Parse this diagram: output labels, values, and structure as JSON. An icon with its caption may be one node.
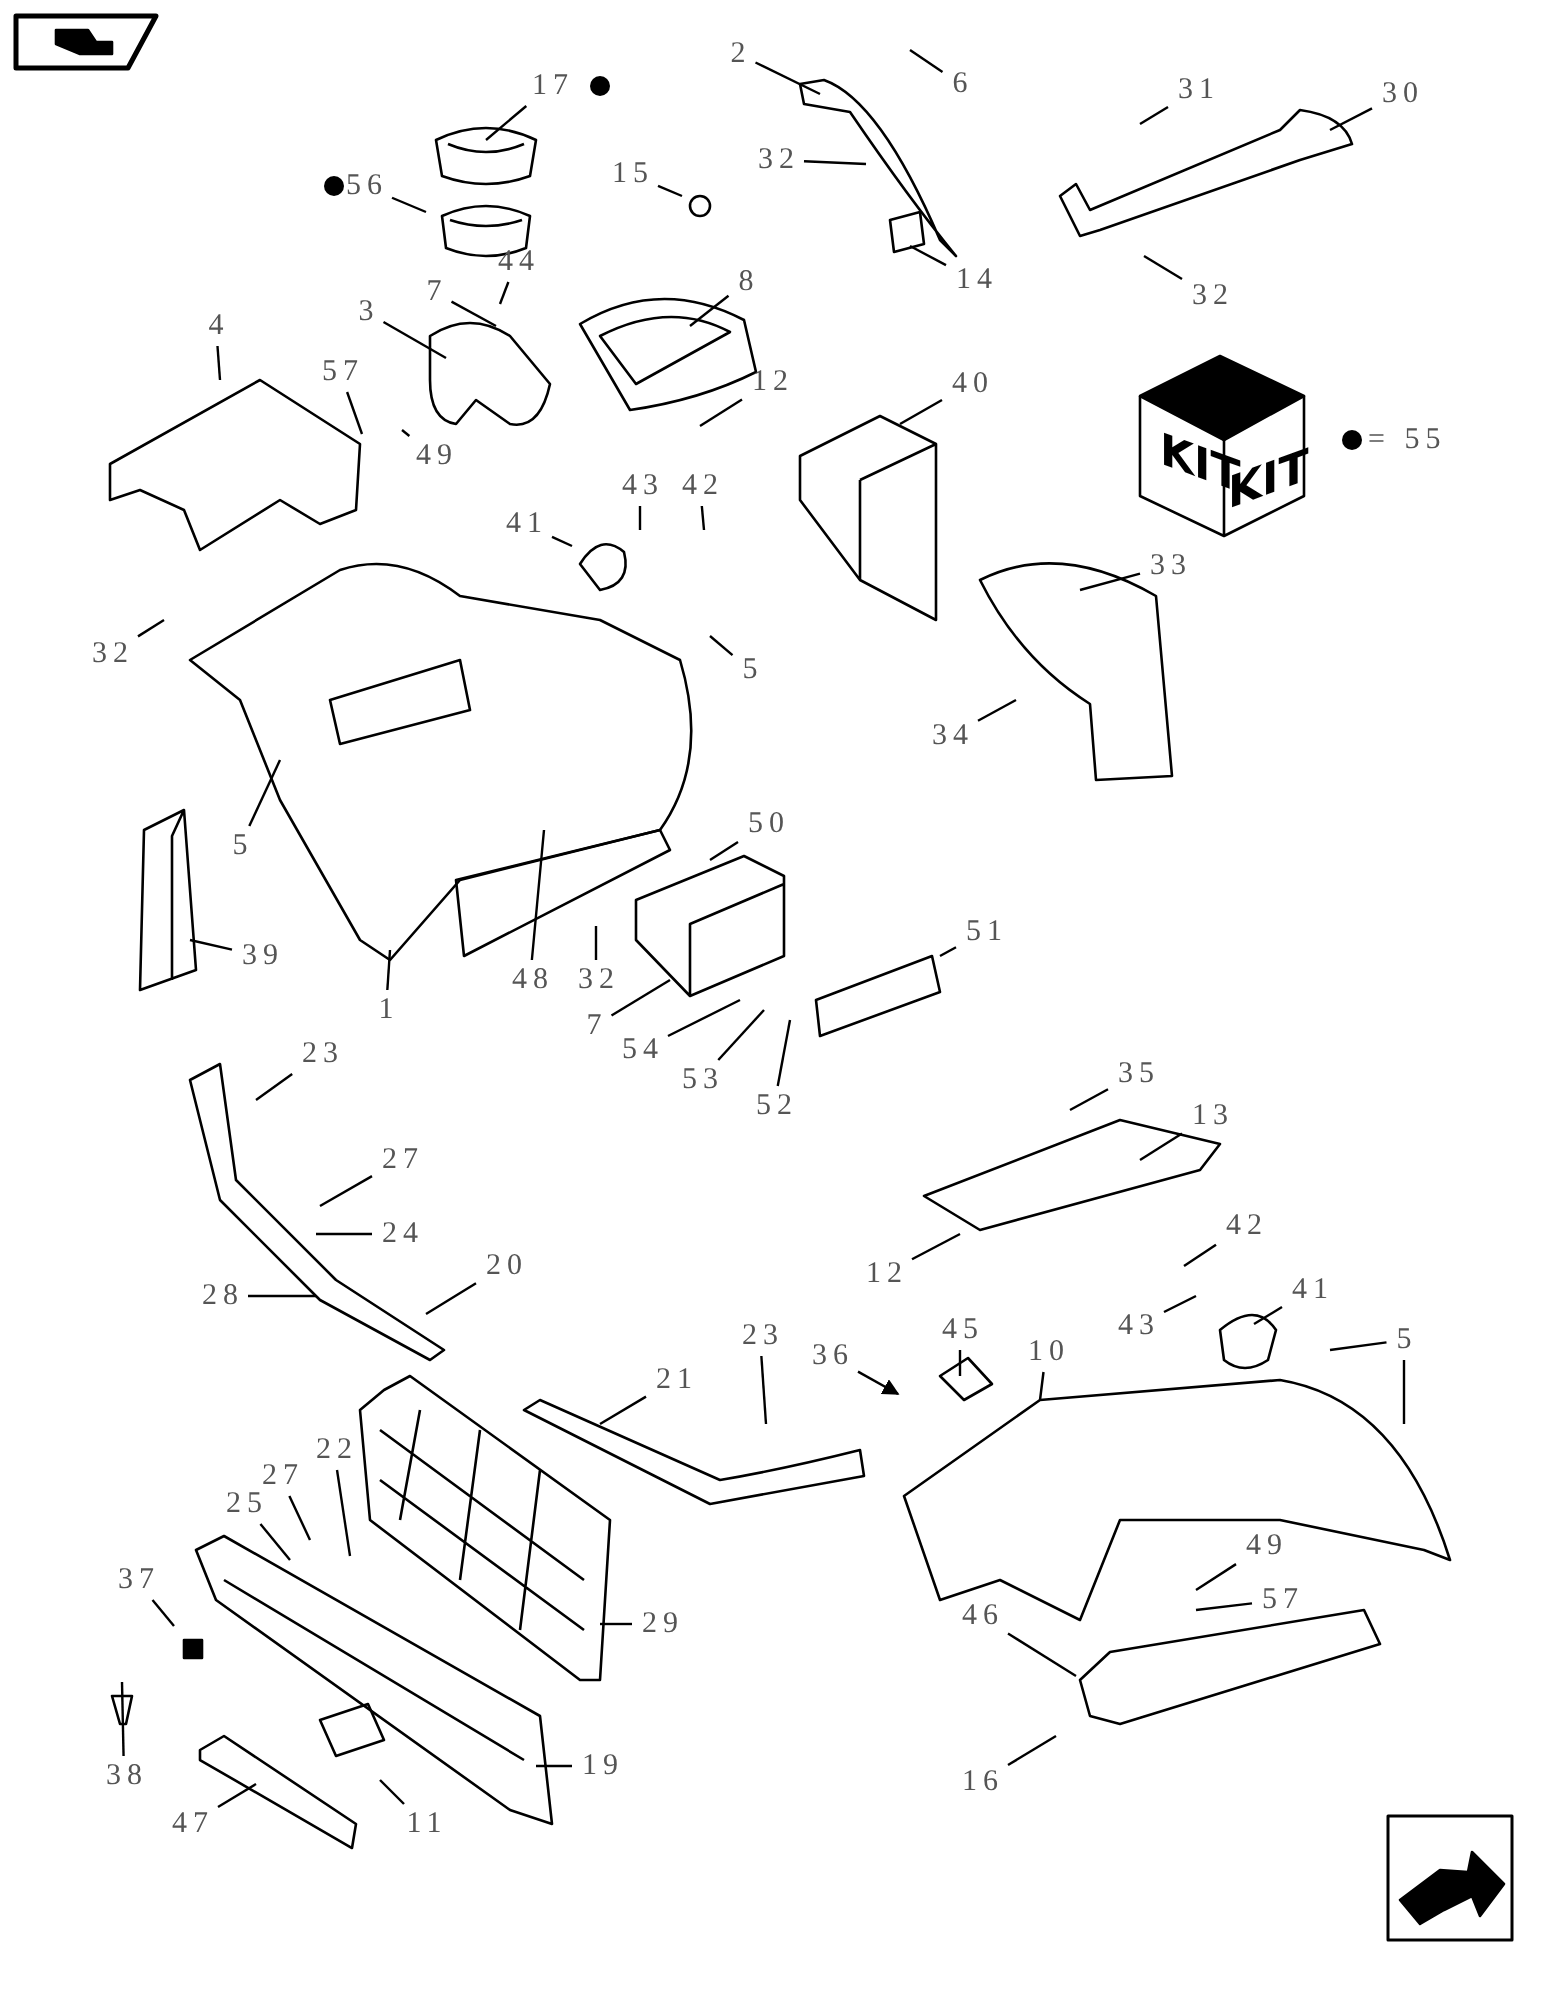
{
  "diagram": {
    "nodes": [
      {
        "text": [
          "17"
        ]
      },
      {
        "text": [
          "56"
        ]
      },
      {
        "text": [
          "2"
        ]
      },
      {
        "text": [
          "6"
        ]
      },
      {
        "text": [
          "32"
        ]
      },
      {
        "text": [
          "15"
        ]
      },
      {
        "text": [
          "14"
        ]
      },
      {
        "text": [
          "31"
        ]
      },
      {
        "text": [
          "30"
        ]
      },
      {
        "text": [
          "32"
        ]
      },
      {
        "text": [
          "44"
        ]
      },
      {
        "text": [
          "7"
        ]
      },
      {
        "text": [
          "3"
        ]
      },
      {
        "text": [
          "8"
        ]
      },
      {
        "text": [
          "4"
        ]
      },
      {
        "text": [
          "57"
        ]
      },
      {
        "text": [
          "49"
        ]
      },
      {
        "text": [
          "12"
        ]
      },
      {
        "text": [
          "40"
        ]
      },
      {
        "text": [
          "43"
        ]
      },
      {
        "text": [
          "42"
        ]
      },
      {
        "text": [
          "41"
        ]
      },
      {
        "text": [
          "32"
        ]
      },
      {
        "text": [
          "33"
        ]
      },
      {
        "text": [
          "5"
        ]
      },
      {
        "text": [
          "34"
        ]
      },
      {
        "text": [
          "5"
        ]
      },
      {
        "text": [
          "50"
        ]
      },
      {
        "text": [
          "39"
        ]
      },
      {
        "text": [
          "1"
        ]
      },
      {
        "text": [
          "48"
        ]
      },
      {
        "text": [
          "32"
        ]
      },
      {
        "text": [
          "7"
        ]
      },
      {
        "text": [
          "54"
        ]
      },
      {
        "text": [
          "53"
        ]
      },
      {
        "text": [
          "52"
        ]
      },
      {
        "text": [
          "51"
        ]
      },
      {
        "text": [
          "23"
        ]
      },
      {
        "text": [
          "27"
        ]
      },
      {
        "text": [
          "24"
        ]
      },
      {
        "text": [
          "20"
        ]
      },
      {
        "text": [
          "28"
        ]
      },
      {
        "text": [
          "35"
        ]
      },
      {
        "text": [
          "13"
        ]
      },
      {
        "text": [
          "12"
        ]
      },
      {
        "text": [
          "42"
        ]
      },
      {
        "text": [
          "43"
        ]
      },
      {
        "text": [
          "41"
        ]
      },
      {
        "text": [
          "36"
        ]
      },
      {
        "text": [
          "45"
        ]
      },
      {
        "text": [
          "10"
        ]
      },
      {
        "text": [
          "5"
        ]
      },
      {
        "text": [
          "23"
        ]
      },
      {
        "text": [
          "21"
        ]
      },
      {
        "text": [
          "22"
        ]
      },
      {
        "text": [
          "27"
        ]
      },
      {
        "text": [
          "25"
        ]
      },
      {
        "text": [
          "37"
        ]
      },
      {
        "text": [
          "29"
        ]
      },
      {
        "text": [
          "49"
        ]
      },
      {
        "text": [
          "57"
        ]
      },
      {
        "text": [
          "46"
        ]
      },
      {
        "text": [
          "38"
        ]
      },
      {
        "text": [
          "19"
        ]
      },
      {
        "text": [
          "47"
        ]
      },
      {
        "text": [
          "11"
        ]
      },
      {
        "text": [
          "16"
        ]
      }
    ],
    "edges": [
      {
        "from": 0,
        "to": null,
        "arrow": "none"
      },
      {
        "from": 1,
        "to": null,
        "arrow": "none"
      },
      {
        "from": 2,
        "to": null,
        "arrow": "none"
      },
      {
        "from": 3,
        "to": null,
        "arrow": "none"
      },
      {
        "from": 4,
        "to": null,
        "arrow": "none"
      },
      {
        "from": 5,
        "to": null,
        "arrow": "none"
      },
      {
        "from": 6,
        "to": null,
        "arrow": "none"
      },
      {
        "from": 7,
        "to": null,
        "arrow": "none"
      },
      {
        "from": 8,
        "to": null,
        "arrow": "none"
      },
      {
        "from": 9,
        "to": null,
        "arrow": "none"
      },
      {
        "from": 10,
        "to": null,
        "arrow": "none"
      },
      {
        "from": 11,
        "to": null,
        "arrow": "none"
      },
      {
        "from": 12,
        "to": null,
        "arrow": "none"
      },
      {
        "from": 13,
        "to": null,
        "arrow": "none"
      },
      {
        "from": 14,
        "to": null,
        "arrow": "none"
      },
      {
        "from": 15,
        "to": null,
        "arrow": "none"
      },
      {
        "from": 16,
        "to": null,
        "arrow": "none"
      },
      {
        "from": 17,
        "to": null,
        "arrow": "none"
      },
      {
        "from": 18,
        "to": null,
        "arrow": "none"
      },
      {
        "from": 19,
        "to": null,
        "arrow": "none"
      },
      {
        "from": 20,
        "to": null,
        "arrow": "none"
      },
      {
        "from": 21,
        "to": null,
        "arrow": "none"
      },
      {
        "from": 22,
        "to": null,
        "arrow": "none"
      },
      {
        "from": 23,
        "to": null,
        "arrow": "none"
      },
      {
        "from": 24,
        "to": null,
        "arrow": "none"
      },
      {
        "from": 25,
        "to": null,
        "arrow": "none"
      },
      {
        "from": 26,
        "to": null,
        "arrow": "none"
      },
      {
        "from": 27,
        "to": null,
        "arrow": "none"
      },
      {
        "from": 28,
        "to": null,
        "arrow": "none"
      },
      {
        "from": 29,
        "to": null,
        "arrow": "none"
      },
      {
        "from": 30,
        "to": null,
        "arrow": "none"
      },
      {
        "from": 31,
        "to": null,
        "arrow": "none"
      },
      {
        "from": 32,
        "to": null,
        "arrow": "none"
      },
      {
        "from": 33,
        "to": null,
        "arrow": "none"
      },
      {
        "from": 34,
        "to": null,
        "arrow": "none"
      },
      {
        "from": 35,
        "to": null,
        "arrow": "none"
      },
      {
        "from": 36,
        "to": null,
        "arrow": "none"
      },
      {
        "from": 37,
        "to": null,
        "arrow": "none"
      },
      {
        "from": 38,
        "to": null,
        "arrow": "none"
      },
      {
        "from": 39,
        "to": null,
        "arrow": "none"
      },
      {
        "from": 40,
        "to": null,
        "arrow": "none"
      },
      {
        "from": 41,
        "to": null,
        "arrow": "none"
      },
      {
        "from": 42,
        "to": null,
        "arrow": "none"
      },
      {
        "from": 43,
        "to": null,
        "arrow": "none"
      },
      {
        "from": 44,
        "to": null,
        "arrow": "none"
      },
      {
        "from": 45,
        "to": null,
        "arrow": "none"
      },
      {
        "from": 46,
        "to": null,
        "arrow": "none"
      },
      {
        "from": 47,
        "to": null,
        "arrow": "none"
      },
      {
        "from": 48,
        "to": null,
        "arrow": "to"
      },
      {
        "from": 49,
        "to": null,
        "arrow": "none"
      },
      {
        "from": 50,
        "to": null,
        "arrow": "none"
      },
      {
        "from": 51,
        "to": null,
        "arrow": "none"
      },
      {
        "from": 51,
        "to": null,
        "arrow": "none"
      },
      {
        "from": 52,
        "to": null,
        "arrow": "none"
      },
      {
        "from": 53,
        "to": null,
        "arrow": "none"
      },
      {
        "from": 54,
        "to": null,
        "arrow": "none"
      },
      {
        "from": 55,
        "to": null,
        "arrow": "none"
      },
      {
        "from": 56,
        "to": null,
        "arrow": "none"
      },
      {
        "from": 57,
        "to": null,
        "arrow": "none"
      },
      {
        "from": 58,
        "to": null,
        "arrow": "none"
      },
      {
        "from": 59,
        "to": null,
        "arrow": "none"
      },
      {
        "from": 60,
        "to": null,
        "arrow": "none"
      },
      {
        "from": 61,
        "to": null,
        "arrow": "none"
      },
      {
        "from": 62,
        "to": null,
        "arrow": "none"
      },
      {
        "from": 63,
        "to": null,
        "arrow": "none"
      },
      {
        "from": 64,
        "to": null,
        "arrow": "none"
      },
      {
        "from": 65,
        "to": null,
        "arrow": "none"
      },
      {
        "from": 66,
        "to": null,
        "arrow": "none"
      }
    ],
    "labels": [
      "KIT",
      "KIT",
      "= 55"
    ]
  }
}
